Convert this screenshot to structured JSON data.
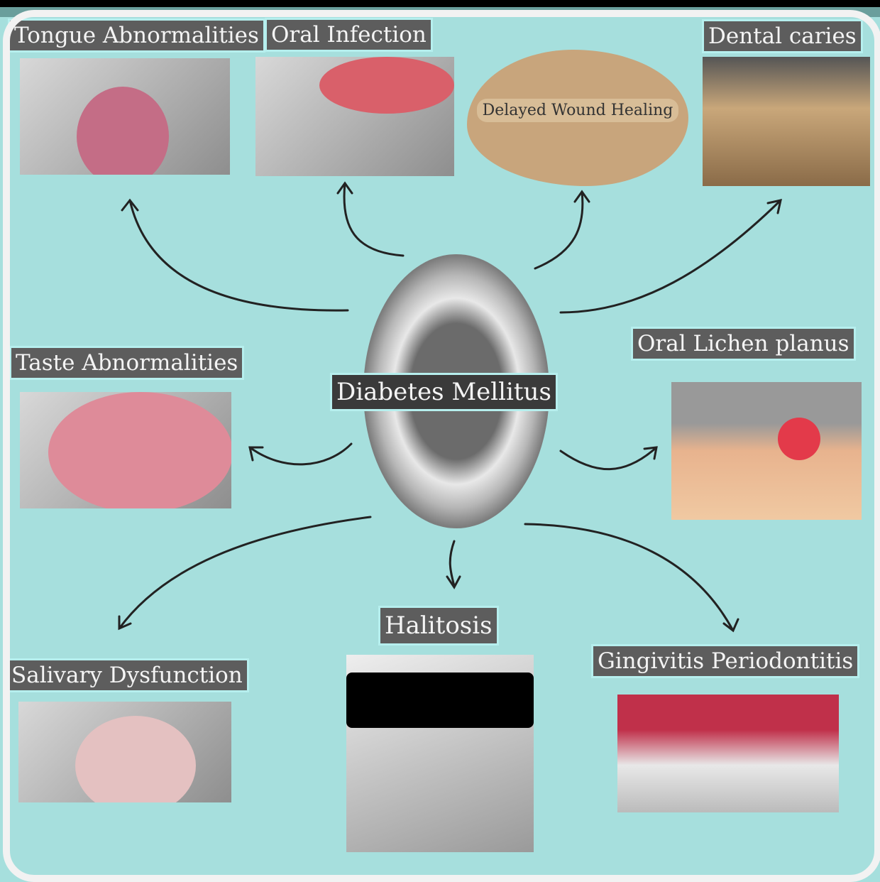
{
  "center": {
    "title": "Diabetes Mellitus"
  },
  "topics": {
    "tongue": "Tongue Abnormalities",
    "oral_infection": "Oral Infection",
    "wound": "Delayed Wound Healing",
    "caries": "Dental caries",
    "taste": "Taste Abnormalities",
    "lichen": "Oral Lichen planus",
    "salivary": "Salivary Dysfunction",
    "halitosis": "Halitosis",
    "gingivitis": "Gingivitis Periodontitis"
  },
  "colors": {
    "background": "#a6dfdd",
    "label_bg": "#5d5d5d",
    "cloud": "#c8a57c"
  }
}
